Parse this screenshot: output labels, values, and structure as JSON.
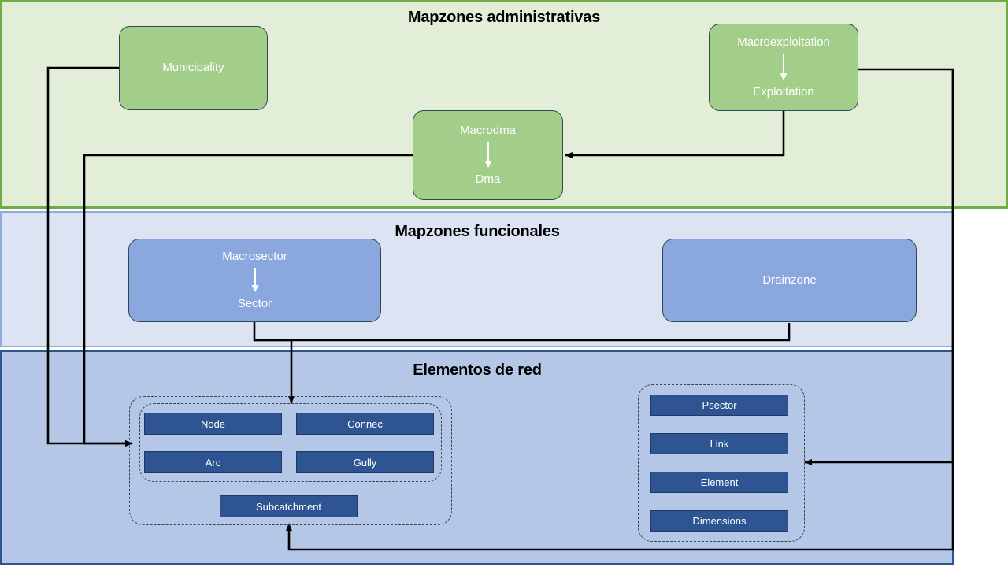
{
  "bands": [
    {
      "id": "admin",
      "title": "Mapzones administrativas",
      "fill": "#e2eed8",
      "border": "#70ad47"
    },
    {
      "id": "func",
      "title": "Mapzones funcionales",
      "fill": "#dce4f4",
      "border": "#8faadc"
    },
    {
      "id": "net",
      "title": "Elementos de red",
      "fill": "#b4c7e7",
      "border": "#2e5591"
    }
  ],
  "admin": {
    "municipality": {
      "label": "Municipality"
    },
    "macrodma": {
      "parent": "Macrodma",
      "child": "Dma"
    },
    "macroexploitation": {
      "parent": "Macroexploitation",
      "child": "Exploitation"
    }
  },
  "func": {
    "macrosector": {
      "parent": "Macrosector",
      "child": "Sector"
    },
    "drainzone": {
      "label": "Drainzone"
    }
  },
  "net": {
    "left_group": {
      "inner": [
        {
          "label": "Node"
        },
        {
          "label": "Connec"
        },
        {
          "label": "Arc"
        },
        {
          "label": "Gully"
        }
      ],
      "outer": [
        {
          "label": "Subcatchment"
        }
      ]
    },
    "right_group": [
      {
        "label": "Psector"
      },
      {
        "label": "Link"
      },
      {
        "label": "Element"
      },
      {
        "label": "Dimensions"
      }
    ]
  },
  "colors": {
    "green_zone_fill": "#a3ce8a",
    "blue_zone_fill": "#8aa8de",
    "chip_fill": "#2e5591",
    "chip_border": "#1f3864",
    "connector": "#000000"
  }
}
